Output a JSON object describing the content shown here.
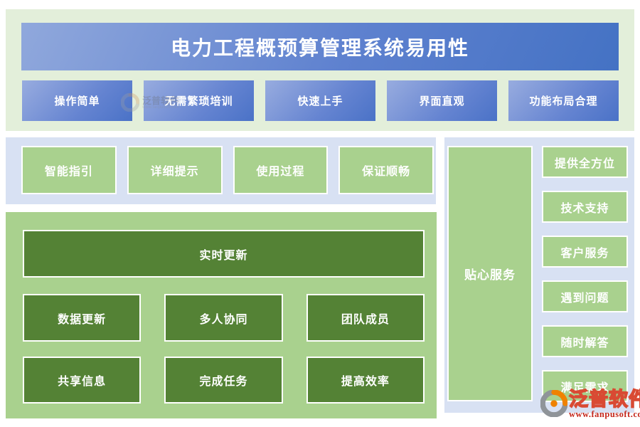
{
  "header": {
    "title": "电力工程概预算管理系统易用性",
    "features": [
      "操作简单",
      "无需繁琐培训",
      "快速上手",
      "界面直观",
      "功能布局合理"
    ]
  },
  "guidance": {
    "items": [
      "智能指引",
      "详细提示",
      "使用过程",
      "保证顺畅"
    ]
  },
  "collaboration": {
    "headline": "实时更新",
    "rows": [
      [
        "数据更新",
        "多人协同",
        "团队成员"
      ],
      [
        "共享信息",
        "完成任务",
        "提高效率"
      ]
    ]
  },
  "service": {
    "title": "贴心服务",
    "items": [
      "提供全方位",
      "技术支持",
      "客户服务",
      "遇到问题",
      "随时解答",
      "满足需求"
    ]
  },
  "branding": {
    "name": "泛普软件",
    "url": "www.fanpusoft.com"
  },
  "colors": {
    "accent_blue": "#4472c4",
    "light_blue_panel": "#d8e1f3",
    "band_green": "#e3efda",
    "light_green": "#a9d18e",
    "dark_green": "#548235",
    "brand_red": "#c5281c"
  }
}
